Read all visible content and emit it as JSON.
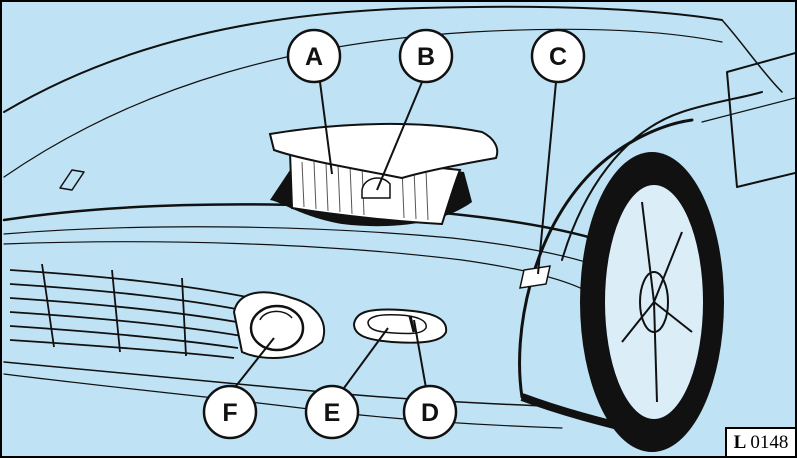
{
  "figure": {
    "background_color": "#bfe3f5",
    "line_color": "#111111",
    "lamp_fill": "#ffffff",
    "code_prefix": "L",
    "code_number": "0148"
  },
  "callouts": [
    {
      "id": "A",
      "label": "A",
      "points_to": "headlight-lens"
    },
    {
      "id": "B",
      "label": "B",
      "points_to": "headlight-inner-bulb"
    },
    {
      "id": "C",
      "label": "C",
      "points_to": "side-marker-light"
    },
    {
      "id": "D",
      "label": "D",
      "points_to": "front-indicator-inner"
    },
    {
      "id": "E",
      "label": "E",
      "points_to": "front-indicator-lens"
    },
    {
      "id": "F",
      "label": "F",
      "points_to": "fog-light"
    }
  ]
}
